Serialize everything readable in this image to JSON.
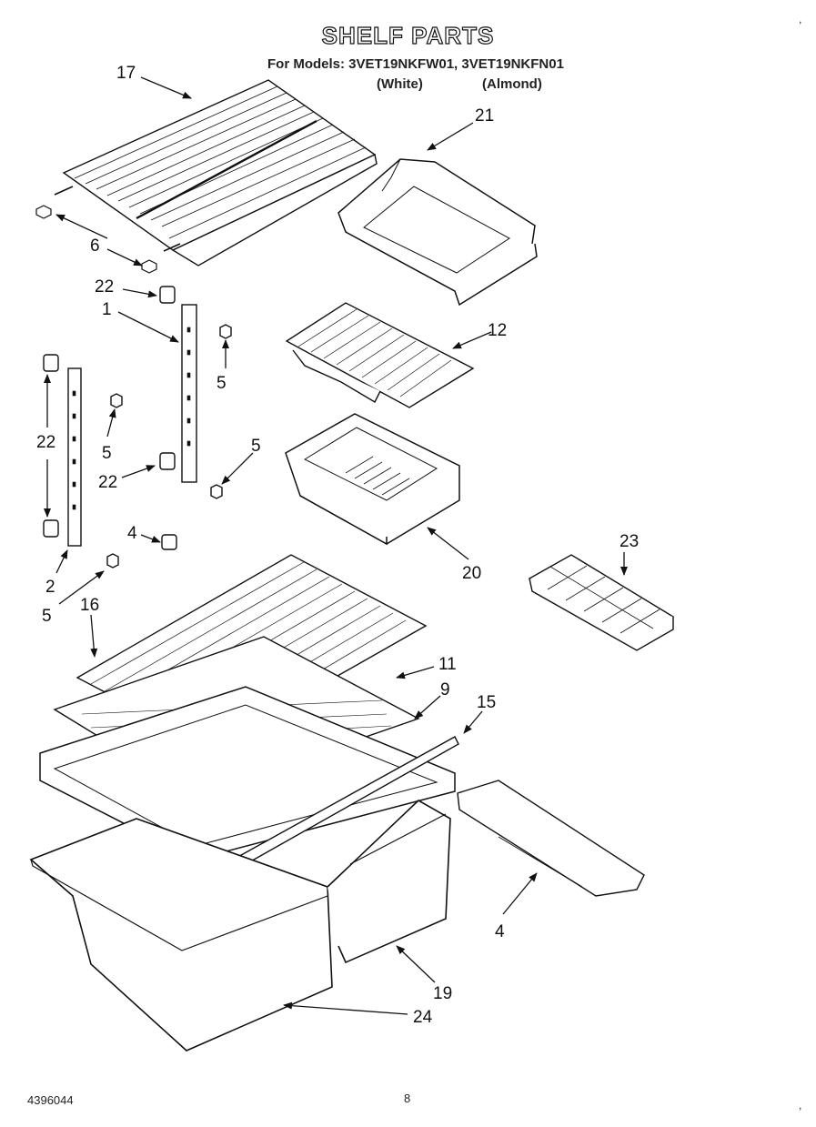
{
  "header": {
    "title": "SHELF PARTS",
    "models": "For Models: 3VET19NKFW01, 3VET19NKFN01",
    "color_white": "(White)",
    "color_almond": "(Almond)"
  },
  "callouts": {
    "c17": "17",
    "c21": "21",
    "c6": "6",
    "c22a": "22",
    "c1": "1",
    "c5a": "5",
    "c12": "12",
    "c22b": "22",
    "c5b": "5",
    "c5c": "5",
    "c22c": "22",
    "c4a": "4",
    "c20": "20",
    "c23": "23",
    "c2": "2",
    "c5d": "5",
    "c16": "16",
    "c11": "11",
    "c9": "9",
    "c15": "15",
    "c4b": "4",
    "c19": "19",
    "c24": "24"
  },
  "footer": {
    "doc_number": "4396044",
    "page_number": "8"
  }
}
